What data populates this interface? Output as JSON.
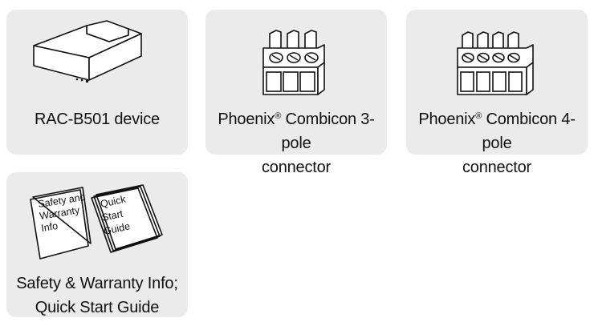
{
  "items": [
    {
      "caption": "RAC-B501 device",
      "icon": "device-icon"
    },
    {
      "caption_pre": "Phoenix",
      "caption_sup": "®",
      "caption_post": " Combicon 3-pole",
      "caption_line2": "connector",
      "icon": "connector-3pole-icon"
    },
    {
      "caption_pre": "Phoenix",
      "caption_sup": "®",
      "caption_post": " Combicon 4-pole",
      "caption_line2": "connector",
      "icon": "connector-4pole-icon"
    },
    {
      "caption_line1": "Safety & Warranty Info;",
      "caption_line2": "Quick Start Guide",
      "icon": "documents-icon",
      "doc1_lines": [
        "Safety and",
        "Warranty",
        "Info"
      ],
      "doc2_lines": [
        "Quick",
        "Start",
        "Guide"
      ]
    }
  ],
  "colors": {
    "card_background": "#ebebeb",
    "text": "#111111"
  }
}
